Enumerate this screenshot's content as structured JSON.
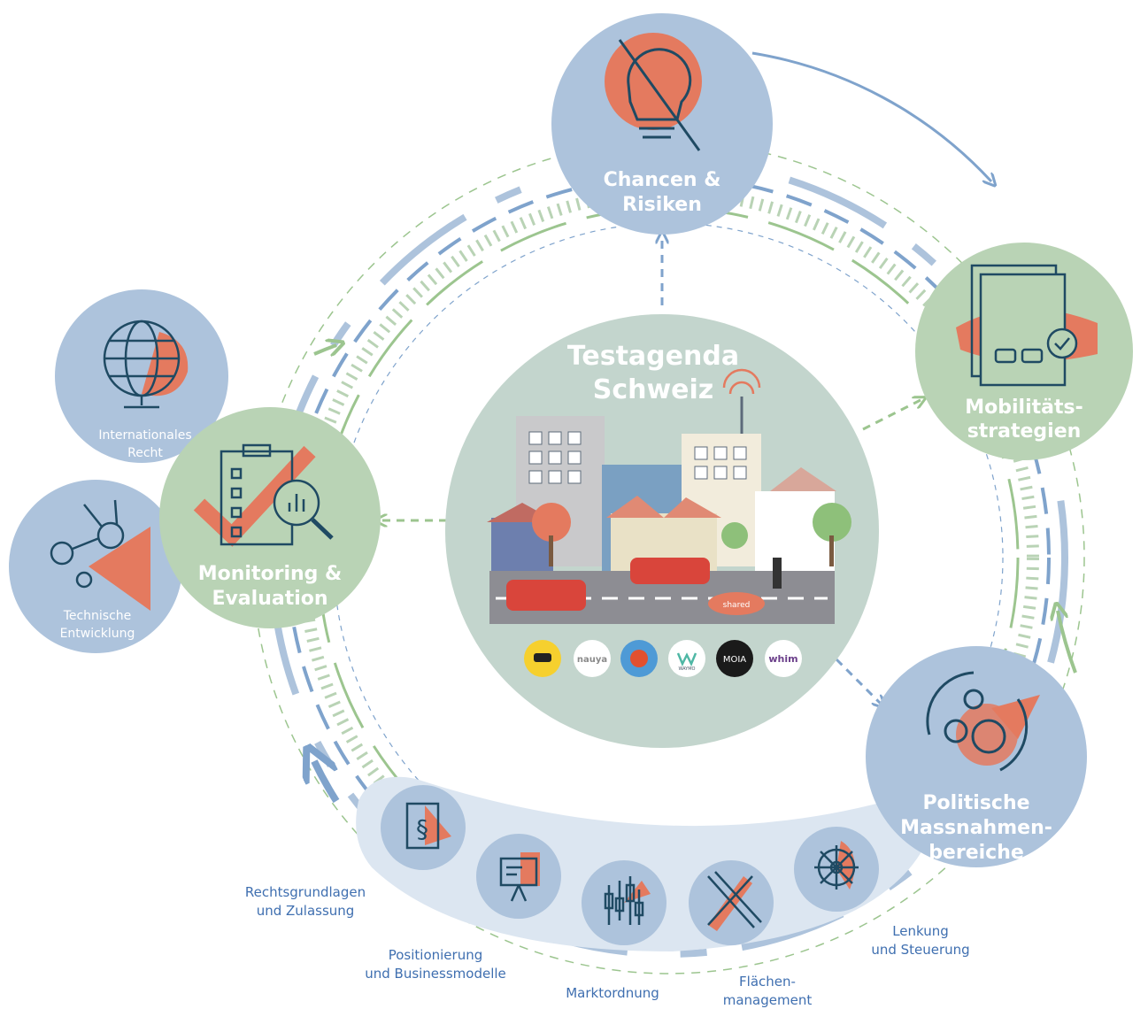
{
  "center": {
    "title_line1": "Testagenda",
    "title_line2": "Schweiz"
  },
  "nodes": {
    "chancen": {
      "line1": "Chancen &",
      "line2": "Risiken"
    },
    "mobilitaet": {
      "line1": "Mobilitäts-",
      "line2": "strategien"
    },
    "politische": {
      "line1": "Politische",
      "line2": "Massnahmen-",
      "line3": "bereiche"
    },
    "monitoring": {
      "line1": "Monitoring &",
      "line2": "Evaluation"
    },
    "international": {
      "line1": "Internationales",
      "line2": "Recht"
    },
    "technisch": {
      "line1": "Technische",
      "line2": "Entwicklung"
    }
  },
  "bottom_labels": [
    {
      "line1": "Rechtsgrundlagen",
      "line2": "und Zulassung"
    },
    {
      "line1": "Positionierung",
      "line2": "und Businessmodelle"
    },
    {
      "line1": "Marktordnung",
      "line2": ""
    },
    {
      "line1": "Flächen-",
      "line2": "management"
    },
    {
      "line1": "Lenkung",
      "line2": "und Steuerung"
    }
  ],
  "logos": [
    "nauya",
    "WAYMO",
    "MOIA",
    "whim"
  ],
  "vehicle_label": "shared",
  "colors": {
    "blue_node": "#adc3dc",
    "green_node": "#b9d3b5",
    "accent": "#e47a5f",
    "dark": "#1f4a63",
    "blue_line": "#7fa3cc",
    "green_line": "#9cc58f",
    "label_blue": "#3f6fb0"
  }
}
